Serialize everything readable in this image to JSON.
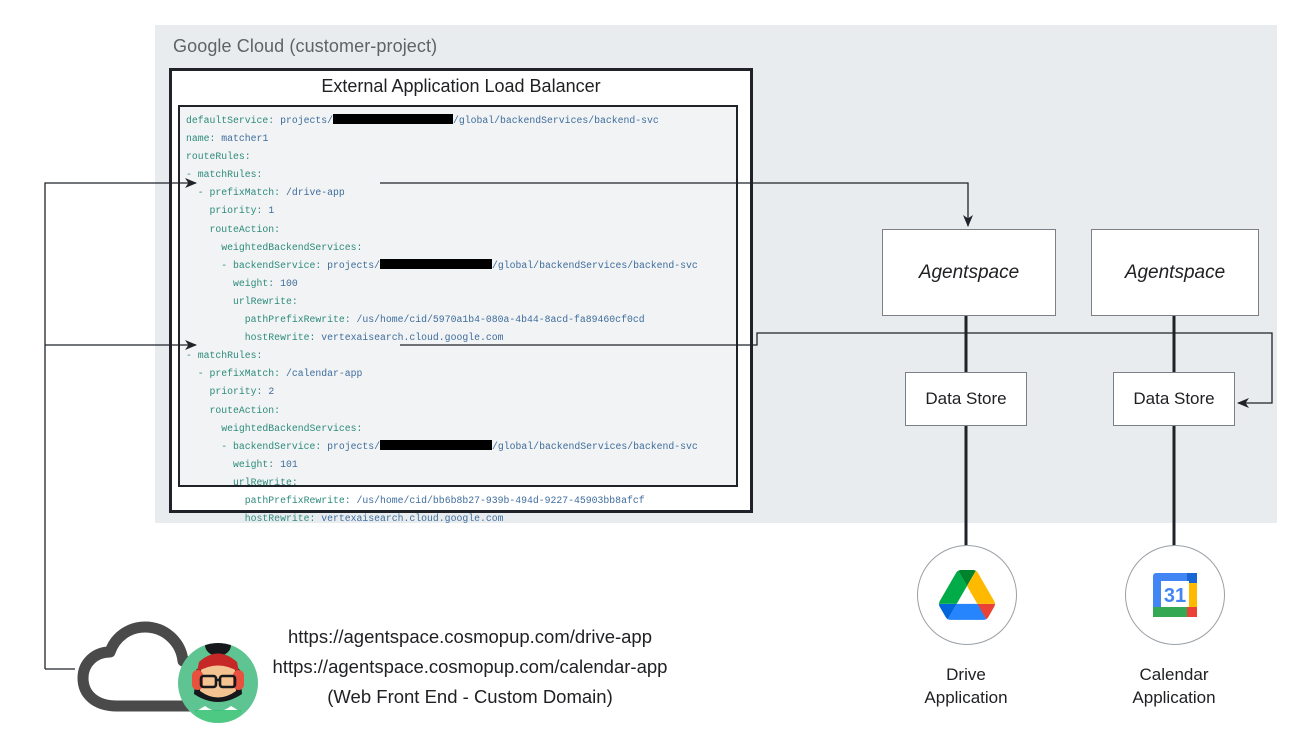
{
  "diagram": {
    "cloud_panel_title": "Google Cloud (customer-project)",
    "load_balancer_title": "External Application Load Balancer",
    "yaml": {
      "line1_key": "defaultService:",
      "line1_val_a": " projects/",
      "line1_val_b": "/global/backendServices/backend-svc",
      "line2_key": "name:",
      "line2_val": " matcher1",
      "line3_key": "routeRules:",
      "rule1": {
        "match_rules_key": "- matchRules:",
        "prefix_key": "  - prefixMatch:",
        "prefix_val": " /drive-app",
        "priority_key": "    priority:",
        "priority_val": " 1",
        "route_action_key": "    routeAction:",
        "weighted_key": "      weightedBackendServices:",
        "backend_key": "      - backendService:",
        "backend_val_a": " projects/",
        "backend_val_b": "/global/backendServices/backend-svc",
        "weight_key": "        weight:",
        "weight_val": " 100",
        "url_rewrite_key": "        urlRewrite:",
        "path_prefix_key": "          pathPrefixRewrite:",
        "path_prefix_val": " /us/home/cid/5970a1b4-080a-4b44-8acd-fa89460cf0cd",
        "host_rewrite_key": "          hostRewrite:",
        "host_rewrite_val": " vertexaisearch.cloud.google.com"
      },
      "rule2": {
        "match_rules_key": "- matchRules:",
        "prefix_key": "  - prefixMatch:",
        "prefix_val": " /calendar-app",
        "priority_key": "    priority:",
        "priority_val": " 2",
        "route_action_key": "    routeAction:",
        "weighted_key": "      weightedBackendServices:",
        "backend_key": "      - backendService:",
        "backend_val_a": " projects/",
        "backend_val_b": "/global/backendServices/backend-svc",
        "weight_key": "        weight:",
        "weight_val": " 101",
        "url_rewrite_key": "        urlRewrite:",
        "path_prefix_key": "          pathPrefixRewrite:",
        "path_prefix_val": " /us/home/cid/bb6b8b27-939b-494d-9227-45903bb8afcf",
        "host_rewrite_key": "          hostRewrite:",
        "host_rewrite_val": " vertexaisearch.cloud.google.com"
      }
    },
    "nodes": {
      "agentspace_1": "Agentspace",
      "agentspace_2": "Agentspace",
      "data_store_1": "Data Store",
      "data_store_2": "Data Store"
    },
    "applications": [
      {
        "icon": "google-drive-icon",
        "label_line1": "Drive",
        "label_line2": "Application"
      },
      {
        "icon": "google-calendar-icon",
        "label_line1": "Calendar",
        "label_line2": "Application"
      }
    ],
    "front_end": {
      "url_drive": "https://agentspace.cosmopup.com/drive-app",
      "url_calendar": "https://agentspace.cosmopup.com/calendar-app",
      "caption": "(Web Front End - Custom Domain)",
      "icon": "cloud-user-icon"
    },
    "colors": {
      "panel_bg": "#e8ecef",
      "code_bg": "#f1f3f4",
      "yaml_key": "#2e8b7d",
      "yaml_value": "#5b7ba8",
      "box_border": "#7b8086",
      "heavy_border": "#1f2329",
      "drive_blue": "#2684fc",
      "drive_green": "#00ac47",
      "drive_yellow": "#ffba00",
      "drive_red": "#ea4335",
      "calendar_blue": "#4285f4",
      "avatar_green": "#5ec592"
    }
  }
}
